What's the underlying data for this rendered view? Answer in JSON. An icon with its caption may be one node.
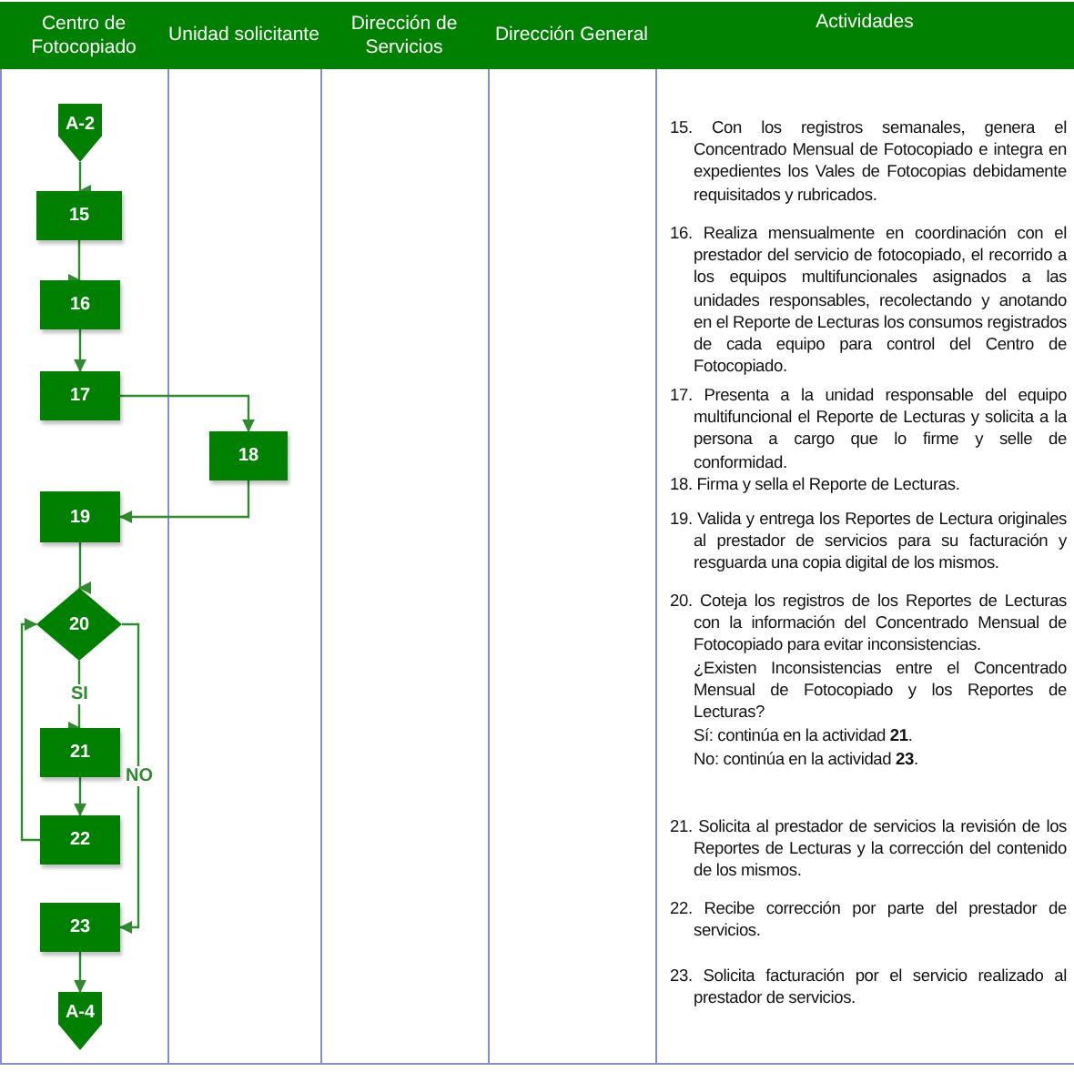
{
  "diagram": {
    "nodes": [
      {
        "text": [
          "A-2"
        ]
      },
      {
        "text": [
          "15"
        ]
      },
      {
        "text": [
          "16"
        ]
      },
      {
        "text": [
          "17"
        ]
      },
      {
        "text": [
          "18"
        ]
      },
      {
        "text": [
          "19"
        ]
      },
      {
        "text": [
          "20"
        ]
      },
      {
        "text": [
          "21"
        ]
      },
      {
        "text": [
          "22"
        ]
      },
      {
        "text": [
          "23"
        ]
      },
      {
        "text": [
          "A-4"
        ]
      }
    ],
    "edges": [
      {
        "from": 0,
        "to": 1,
        "arrow": "to"
      },
      {
        "from": 1,
        "to": 2,
        "arrow": "to"
      },
      {
        "from": 2,
        "to": 3,
        "arrow": "to"
      },
      {
        "from": 3,
        "to": 4,
        "arrow": "to"
      },
      {
        "from": 4,
        "to": 5,
        "arrow": "to"
      },
      {
        "from": 5,
        "to": 6,
        "arrow": "to"
      },
      {
        "from": 6,
        "to": 7,
        "arrow": "to",
        "label": "SI"
      },
      {
        "from": 7,
        "to": 8,
        "arrow": "to"
      },
      {
        "from": 8,
        "to": 6,
        "arrow": "to"
      },
      {
        "from": 6,
        "to": 9,
        "arrow": "to",
        "label": "NO"
      },
      {
        "from": 9,
        "to": 10,
        "arrow": "to"
      }
    ],
    "labels": [
      "Centro de Fotocopiado",
      "Unidad solicitante",
      "Dirección de Servicios",
      "Dirección General",
      "Actividades",
      "15. Con los registros semanales, genera el Concentrado Mensual de Fotocopiado e integra en expedientes los Vales de Fotocopias debidamente requisitados y rubricados.",
      "16. Realiza mensualmente en coordinación con el prestador del servicio de fotocopiado, el recorrido a los equipos multifuncionales asignados a las unidades responsables, recolectando y anotando en el Reporte de Lecturas los consumos registrados de cada equipo para control del Centro de Fotocopiado.",
      "17. Presenta a la unidad responsable del equipo multifuncional el Reporte de Lecturas y solicita a la persona a cargo que lo firme y selle de conformidad.",
      "18. Firma y sella el Reporte de Lecturas.",
      "19. Valida y entrega los Reportes de Lectura originales al prestador de servicios para su facturación y resguarda una copia digital de los mismos.",
      "20. Coteja los registros de los Reportes de Lecturas con la información del Concentrado Mensual de Fotocopiado para evitar inconsistencias.",
      "¿Existen Inconsistencias entre el Concentrado Mensual de Fotocopiado y los Reportes de Lecturas?",
      "Sí: continúa en la actividad **21**.",
      "No: continúa en la actividad **23**.",
      "21. Solicita al prestador de servicios la revisión de los Reportes de Lecturas y la corrección del contenido de los mismos.",
      "22. Recibe corrección por parte del prestador de servicios.",
      "23. Solicita facturación por el servicio realizado al prestador de servicios."
    ]
  }
}
